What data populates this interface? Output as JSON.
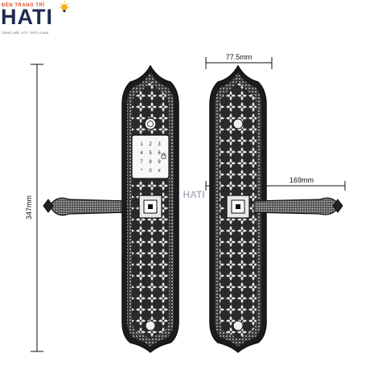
{
  "logo": {
    "tagline": "ĐÈN TRANG TRÍ",
    "brand": "HATI",
    "slogan": "SÁNG MÃI VỚI THỜI GIAN",
    "accent_color": "#e3492b",
    "brand_color": "#1e2a4f"
  },
  "watermark": "HATI",
  "dimensions": {
    "height": "347mm",
    "plate_width": "77.5mm",
    "handle_length": "169mm"
  },
  "keypad": {
    "keys": [
      "1",
      "2",
      "3",
      "4",
      "5",
      "6",
      "7",
      "8",
      "9",
      "*",
      "0",
      "#"
    ]
  },
  "icons": {
    "bulb": "light-bulb-icon",
    "lock": "padlock-icon"
  }
}
